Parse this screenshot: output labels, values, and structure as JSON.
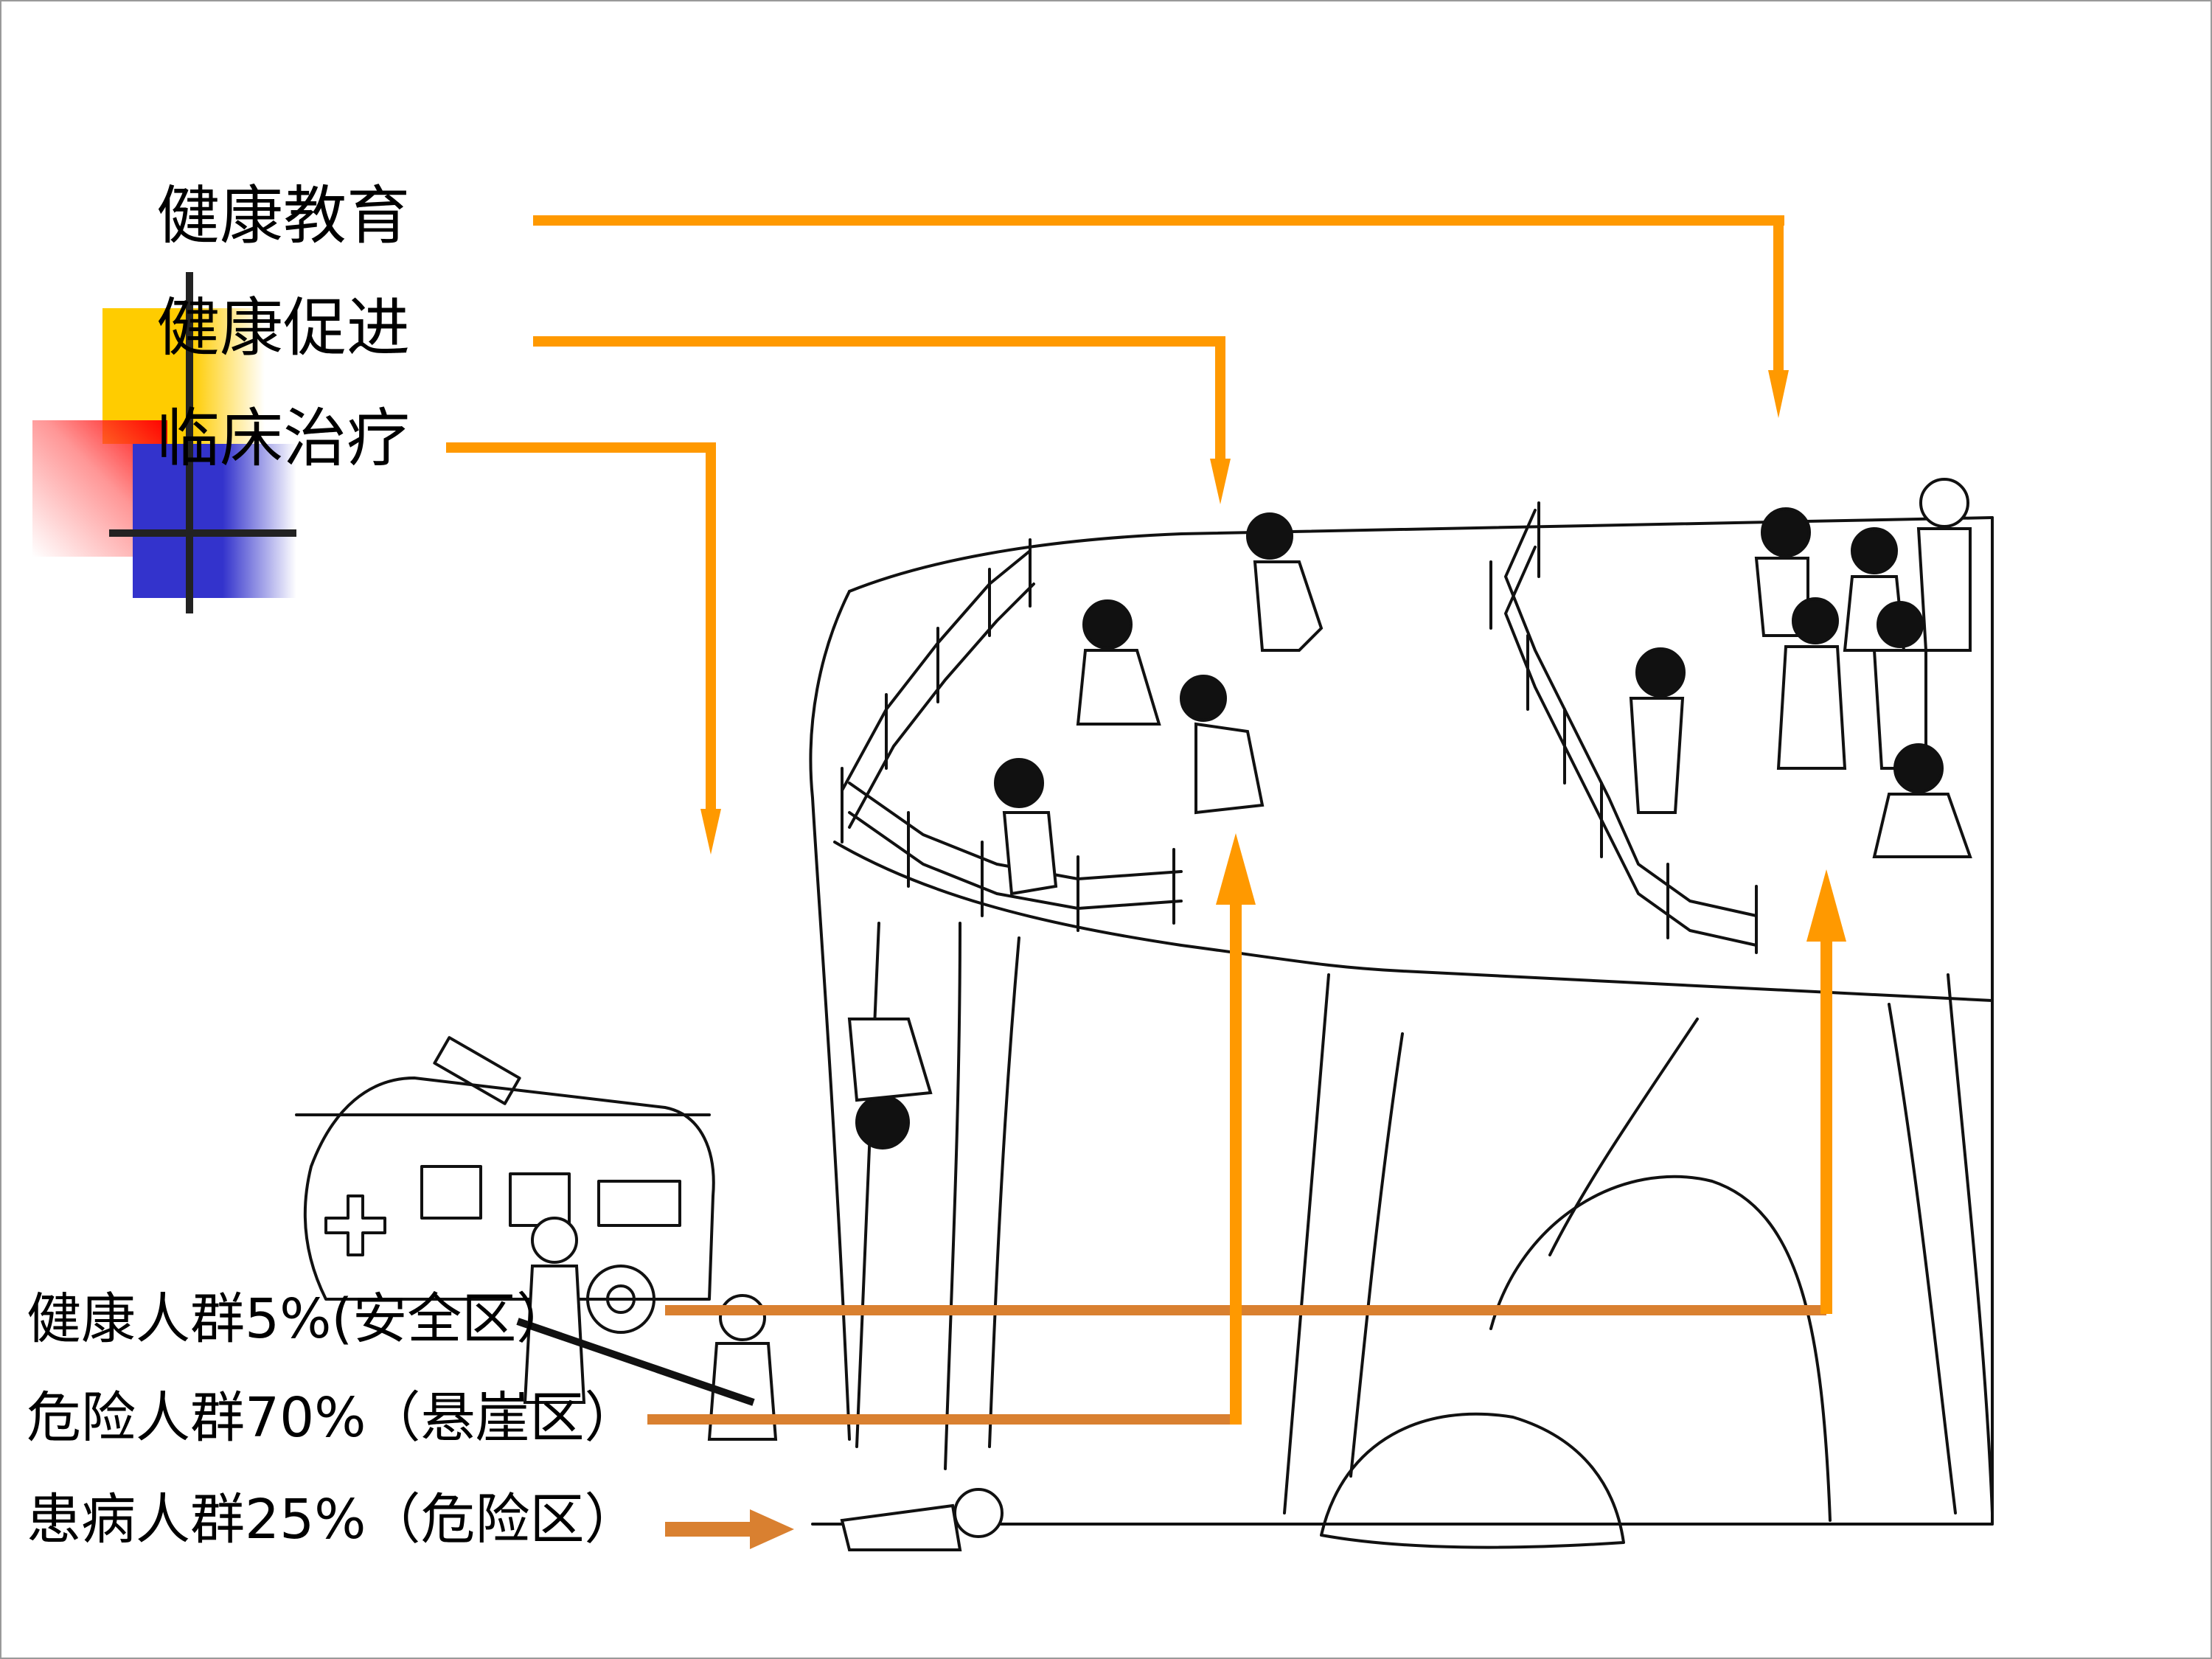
{
  "interventions": [
    {
      "label": "健康教育"
    },
    {
      "label": "健康促进"
    },
    {
      "label": "临床治疗"
    }
  ],
  "population_groups": [
    {
      "label": "健康人群5%(安全区）"
    },
    {
      "label": "危险人群70%（悬崖区）"
    },
    {
      "label": "患病人群25%（危险区）"
    }
  ],
  "colors": {
    "arrow_bright": "#ff9900",
    "arrow_dark": "#d98030",
    "deco_yellow": "#ffcc00",
    "deco_red": "#ff0000",
    "deco_blue": "#3333cc"
  }
}
